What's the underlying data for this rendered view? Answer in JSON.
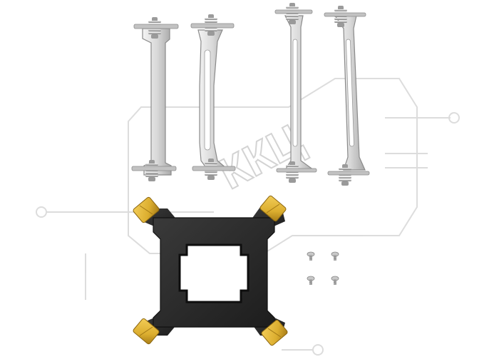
{
  "watermark": {
    "text": "ККЦ",
    "color": "#d6d6d6"
  },
  "colors": {
    "metal_light": "#e6e6e6",
    "metal_mid": "#bdbdbd",
    "metal_dark": "#8f8f8f",
    "backplate": "#2b2b2b",
    "backplate_edge": "#151515",
    "pad_gold": "#e2b53a",
    "pad_gold_dark": "#b58a1f"
  },
  "items": {
    "brackets": 4,
    "small_screws": 4,
    "backplate": 1
  }
}
